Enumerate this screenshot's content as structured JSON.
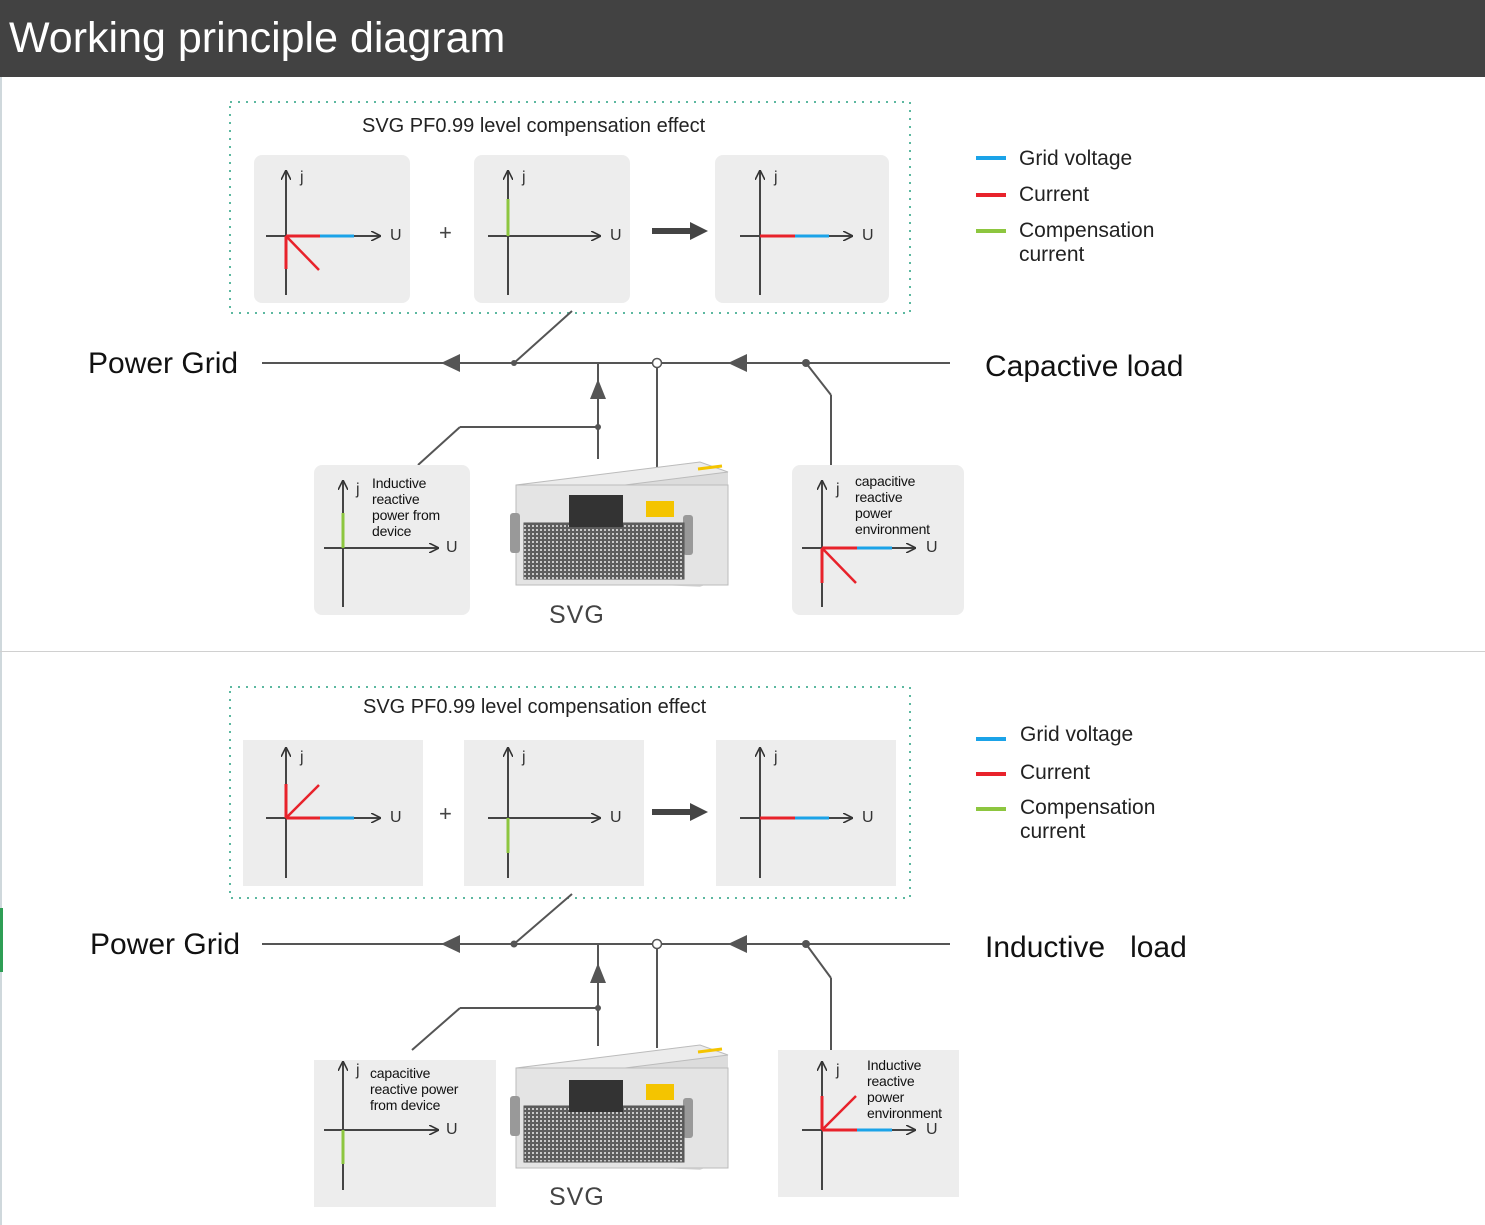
{
  "header": {
    "title": "Working principle diagram"
  },
  "axis": {
    "u": "U",
    "j": "j"
  },
  "colors": {
    "grid_voltage": "#1ba3e8",
    "current": "#e8222b",
    "compensation": "#8dc63f",
    "line": "#555555",
    "card": "#ededed",
    "header_bg": "#424242"
  },
  "diagrams": [
    {
      "effect_title": "SVG PF0.99 level compensation effect",
      "left_label": "Power Grid",
      "right_label": "Capactive load",
      "legend": {
        "grid_voltage": "Grid voltage",
        "current": "Current",
        "compensation": "Compensation\ncurrent"
      },
      "device_label": "SVG",
      "device_note": "Inductive\nreactive\npower from\ndevice",
      "env_note": "capacitive\nreactive\npower\nenvironment"
    },
    {
      "effect_title": "SVG PF0.99 level compensation effect",
      "left_label": "Power Grid",
      "right_label": "Inductive   load",
      "legend": {
        "grid_voltage": "Grid voltage",
        "current": "Current",
        "compensation": "Compensation\ncurrent"
      },
      "device_label": "SVG",
      "device_note": "capacitive\nreactive power\nfrom device",
      "env_note": "Inductive\nreactive\npower\nenvironment"
    }
  ]
}
